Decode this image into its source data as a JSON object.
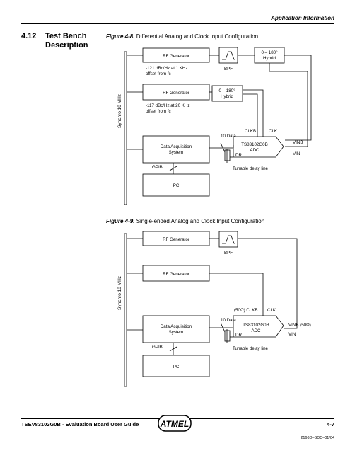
{
  "header": {
    "running_title": "Application Information",
    "rule_color": "#000000"
  },
  "section": {
    "number": "4.12",
    "title": "Test Bench Description"
  },
  "figure1": {
    "label": "Figure 4-8.",
    "caption": "Differential Analog and Clock Input Configuration",
    "synchro": "Synchro 10 MHz",
    "rf_gen_1": "RF Generator",
    "rf_gen_1_note_1": "-121 dBc/Hz at 1 KHz",
    "rf_gen_1_note_2": "offset from fc",
    "bpf": "BPF",
    "hybrid_top_1": "0 – 180°",
    "hybrid_top_2": "Hybrid",
    "rf_gen_2": "RF Generator",
    "hybrid_mid_1": "0 – 180°",
    "hybrid_mid_2": "Hybrid",
    "rf_gen_2_note_1": "-117 dBc/Hz at 20 KHz",
    "rf_gen_2_note_2": "offset from fc",
    "daq_1": "Data Acquisition",
    "daq_2": "System",
    "data_bus": "10 Data",
    "clkb": "CLKB",
    "clk": "CLK",
    "adc_1": "TS83102G0B",
    "adc_2": "ADC",
    "dr": "DR",
    "vinb": "VINB",
    "vin": "VIN",
    "gpib": "GPIB",
    "delay": "Tunable delay line",
    "pc": "PC"
  },
  "figure2": {
    "label": "Figure 4-9.",
    "caption": "Single-ended Analog and Clock Input Configuration",
    "synchro": "Synchro 10 MHz",
    "rf_gen_1": "RF Generator",
    "bpf": "BPF",
    "rf_gen_2": "RF Generator",
    "daq_1": "Data Acquisition",
    "daq_2": "System",
    "data_bus": "10 Data",
    "clkb": "(50Ω) CLKB",
    "clk": "CLK",
    "adc_1": "TS83102G0B",
    "adc_2": "ADC",
    "dr": "DR",
    "vinb": "VINB (50Ω)",
    "vin": "VIN",
    "gpib": "GPIB",
    "delay": "Tunable delay line",
    "pc": "PC"
  },
  "footer": {
    "doc_title": "TSEV83102G0B - Evaluation Board User Guide",
    "logo_text": "ATMEL",
    "page_number": "4-7",
    "doc_ref": "2166D–BDC–01/04"
  }
}
